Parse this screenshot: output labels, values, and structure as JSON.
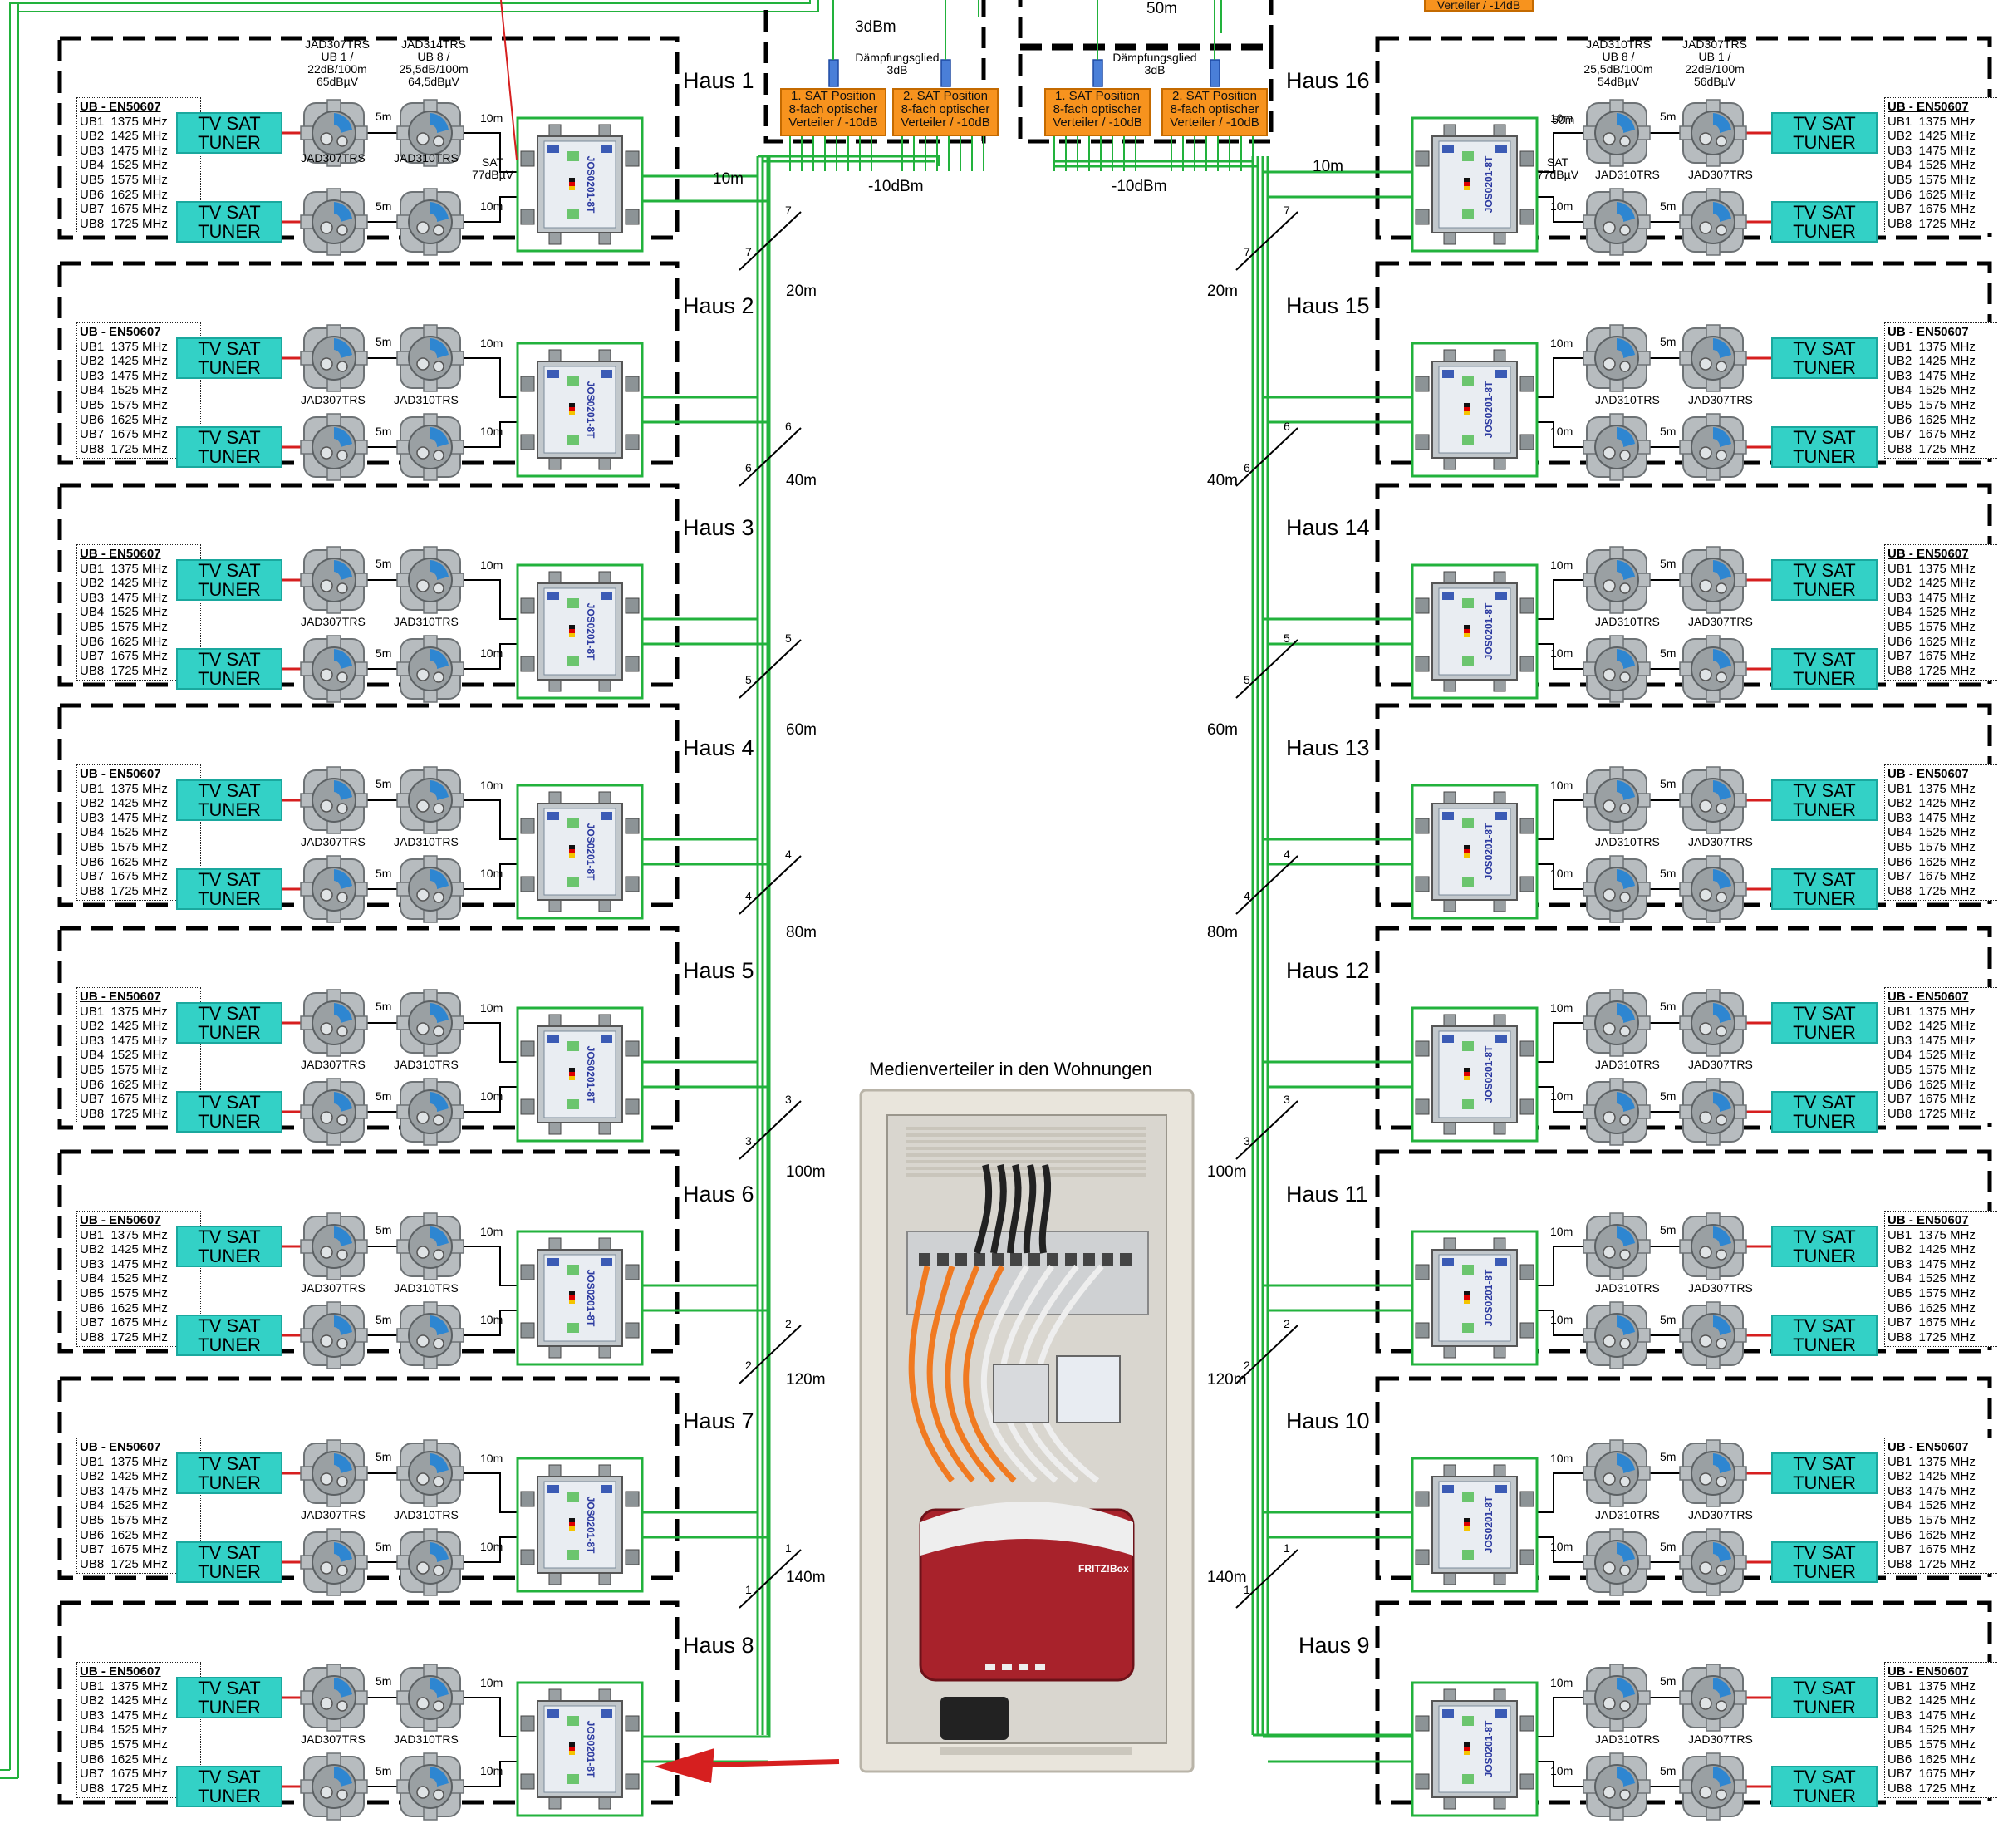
{
  "houses_left": [
    {
      "name": "Haus 1",
      "socket_a": "JAD307TRS",
      "socket_b": "JAD310TRS",
      "dist_mid": "5m",
      "dist_out": "10m",
      "feed": "10m"
    },
    {
      "name": "Haus 2",
      "socket_a": "JAD307TRS",
      "socket_b": "JAD310TRS",
      "dist_mid": "5m",
      "dist_out": "10m"
    },
    {
      "name": "Haus 3",
      "socket_a": "JAD307TRS",
      "socket_b": "JAD310TRS",
      "dist_mid": "5m",
      "dist_out": "10m"
    },
    {
      "name": "Haus 4",
      "socket_a": "JAD307TRS",
      "socket_b": "JAD310TRS",
      "dist_mid": "5m",
      "dist_out": "10m"
    },
    {
      "name": "Haus 5",
      "socket_a": "JAD307TRS",
      "socket_b": "JAD310TRS",
      "dist_mid": "5m",
      "dist_out": "10m"
    },
    {
      "name": "Haus 6",
      "socket_a": "JAD307TRS",
      "socket_b": "JAD310TRS",
      "dist_mid": "5m",
      "dist_out": "10m"
    },
    {
      "name": "Haus 7",
      "socket_a": "JAD307TRS",
      "socket_b": "JAD310TRS",
      "dist_mid": "5m",
      "dist_out": "10m"
    },
    {
      "name": "Haus 8",
      "socket_a": "JAD307TRS",
      "socket_b": "JAD310TRS",
      "dist_mid": "5m",
      "dist_out": "10m"
    }
  ],
  "houses_right": [
    {
      "name": "Haus 16",
      "socket_a": "JAD307TRS",
      "socket_b": "JAD310TRS",
      "dist_mid": "5m",
      "dist_out": "10m",
      "feed": "10m"
    },
    {
      "name": "Haus 15",
      "socket_a": "JAD307TRS",
      "socket_b": "JAD310TRS",
      "dist_mid": "5m",
      "dist_out": "10m"
    },
    {
      "name": "Haus 14",
      "socket_a": "JAD307TRS",
      "socket_b": "JAD310TRS",
      "dist_mid": "5m",
      "dist_out": "10m"
    },
    {
      "name": "Haus 13",
      "socket_a": "JAD307TRS",
      "socket_b": "JAD310TRS",
      "dist_mid": "5m",
      "dist_out": "10m"
    },
    {
      "name": "Haus 12",
      "socket_a": "JAD307TRS",
      "socket_b": "JAD310TRS",
      "dist_mid": "5m",
      "dist_out": "10m"
    },
    {
      "name": "Haus 11",
      "socket_a": "JAD307TRS",
      "socket_b": "JAD310TRS",
      "dist_mid": "5m",
      "dist_out": "10m"
    },
    {
      "name": "Haus 10",
      "socket_a": "JAD307TRS",
      "socket_b": "JAD310TRS",
      "dist_mid": "5m",
      "dist_out": "10m"
    },
    {
      "name": "Haus 9",
      "socket_a": "JAD307TRS",
      "socket_b": "JAD310TRS",
      "dist_mid": "5m",
      "dist_out": "10m"
    }
  ],
  "ub_list": {
    "title": "UB - EN50607",
    "rows": [
      "UB1  1375 MHz",
      "UB2  1425 MHz",
      "UB3  1475 MHz",
      "UB4  1525 MHz",
      "UB5  1575 MHz",
      "UB6  1625 MHz",
      "UB7  1675 MHz",
      "UB8  1725 MHz"
    ]
  },
  "tuner_label": [
    "TV SAT",
    "TUNER"
  ],
  "unicable_device": "JOS0201-8T",
  "special_left": {
    "socket1_spec": [
      "JAD307TRS",
      "UB 1 /",
      "22dB/100m",
      "65dBµV"
    ],
    "socket2_spec": [
      "JAD314TRS",
      "UB 8 /",
      "25,5dB/100m",
      "64,5dBµV"
    ],
    "sat_level": [
      "SAT",
      "77dBµV"
    ]
  },
  "special_right": {
    "socket1_spec": [
      "JAD310TRS",
      "UB 8 /",
      "25,5dB/100m",
      "54dBµV"
    ],
    "socket2_spec": [
      "JAD307TRS",
      "UB 1 /",
      "22dB/100m",
      "56dBµV"
    ],
    "sat_level": [
      "SAT",
      "77dBµV"
    ],
    "dist_in": "50m"
  },
  "splitters": [
    {
      "lines": [
        "1. SAT Position",
        "8-fach optischer",
        "Verteiler / -10dB"
      ]
    },
    {
      "lines": [
        "2. SAT Position",
        "8-fach optischer",
        "Verteiler / -10dB"
      ]
    },
    {
      "lines": [
        "1. SAT Position",
        "8-fach optischer",
        "Verteiler / -10dB"
      ]
    },
    {
      "lines": [
        "2. SAT Position",
        "8-fach optischer",
        "Verteiler / -10dB"
      ]
    }
  ],
  "top": {
    "attenuator_left": [
      "Dämpfungsglied",
      "3dB"
    ],
    "attenuator_right": [
      "Dämpfungsglied",
      "3dB"
    ],
    "left_3db": "3dBm",
    "right_50m": "50m",
    "top_orange": "Verteiler / -14dB",
    "level_left": "-10dBm",
    "level_right": "-10dBm"
  },
  "bundle_left": {
    "counts": [
      "7",
      "6",
      "5",
      "4",
      "3",
      "2",
      "1"
    ],
    "distances": [
      "20m",
      "40m",
      "60m",
      "80m",
      "100m",
      "120m",
      "140m"
    ]
  },
  "bundle_right": {
    "counts": [
      "7",
      "6",
      "5",
      "4",
      "3",
      "2",
      "1"
    ],
    "distances": [
      "20m",
      "40m",
      "60m",
      "80m",
      "100m",
      "120m",
      "140m"
    ]
  },
  "media_cabinet": {
    "caption": "Medienverteiler in den Wohnungen",
    "router_brand": "FRITZ!Box"
  },
  "colors": {
    "cable": "#22b23c",
    "tuner": "#33d1c6",
    "splitter": "#f7931e",
    "arrow": "#d61f1f",
    "frame": "#000000"
  }
}
